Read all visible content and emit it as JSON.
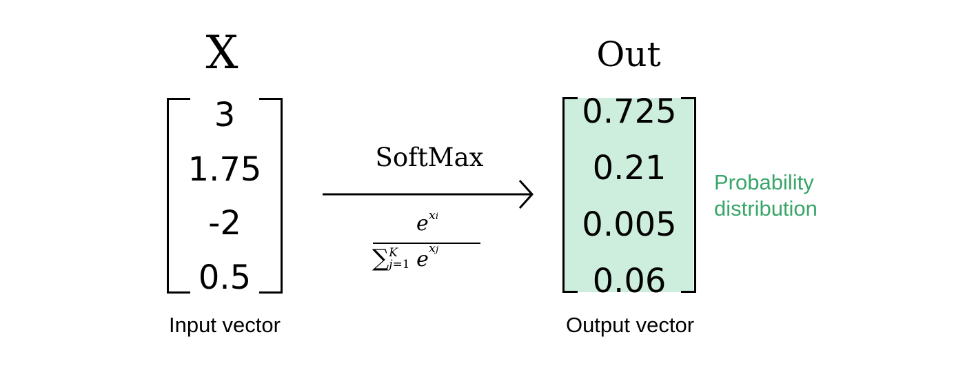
{
  "input": {
    "title": "X",
    "values": [
      "3",
      "1.75",
      "-2",
      "0.5"
    ],
    "caption": "Input vector"
  },
  "operation": {
    "label": "SoftMax",
    "formula": {
      "numerator": "e^{x_i}",
      "denominator": "∑_{j=1}^{K} e^{x_j}"
    }
  },
  "output": {
    "title": "Out",
    "values": [
      "0.725",
      "0.21",
      "0.005",
      "0.06"
    ],
    "caption": "Output vector",
    "highlight_color": "#cdeedd",
    "annotation": [
      "Probability",
      "distribution"
    ],
    "annotation_color": "#3aa66a"
  }
}
